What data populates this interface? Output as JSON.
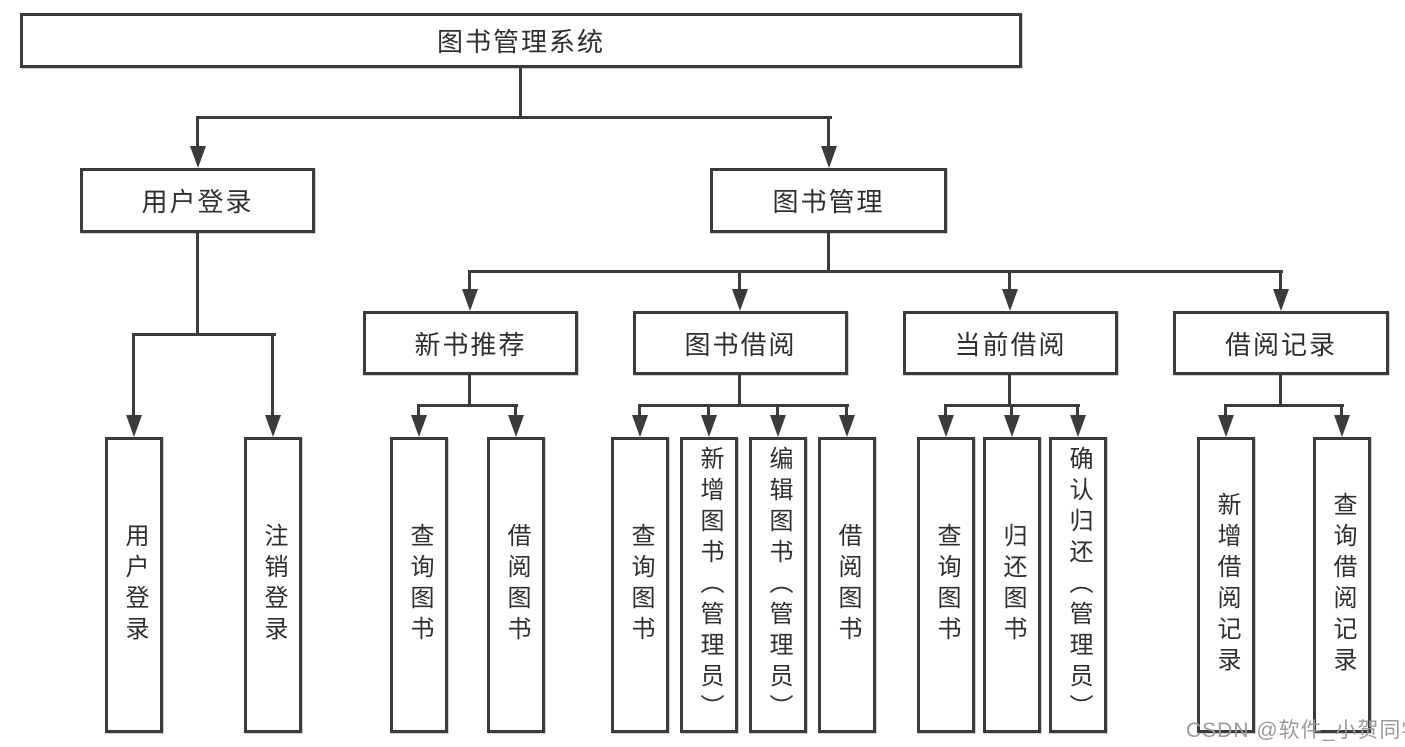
{
  "watermark": "CSDN @软件_小贺同学",
  "colors": {
    "line": "#3b3b3b",
    "box_border": "#3b3b3b",
    "text": "#2f2f2f",
    "watermark": "#9b9b9b",
    "background": "#ffffff"
  },
  "tree": {
    "label": "图书管理系统",
    "children": [
      {
        "label": "用户登录",
        "children": [
          {
            "label": "用户登录"
          },
          {
            "label": "注销登录"
          }
        ]
      },
      {
        "label": "图书管理",
        "children": [
          {
            "label": "新书推荐",
            "children": [
              {
                "label": "查询图书"
              },
              {
                "label": "借阅图书"
              }
            ]
          },
          {
            "label": "图书借阅",
            "children": [
              {
                "label": "查询图书"
              },
              {
                "label": "新增图书（管理员）"
              },
              {
                "label": "编辑图书（管理员）"
              },
              {
                "label": "借阅图书"
              }
            ]
          },
          {
            "label": "当前借阅",
            "children": [
              {
                "label": "查询图书"
              },
              {
                "label": "归还图书"
              },
              {
                "label": "确认归还（管理员）"
              }
            ]
          },
          {
            "label": "借阅记录",
            "children": [
              {
                "label": "新增借阅记录"
              },
              {
                "label": "查询借阅记录"
              }
            ]
          }
        ]
      }
    ]
  }
}
